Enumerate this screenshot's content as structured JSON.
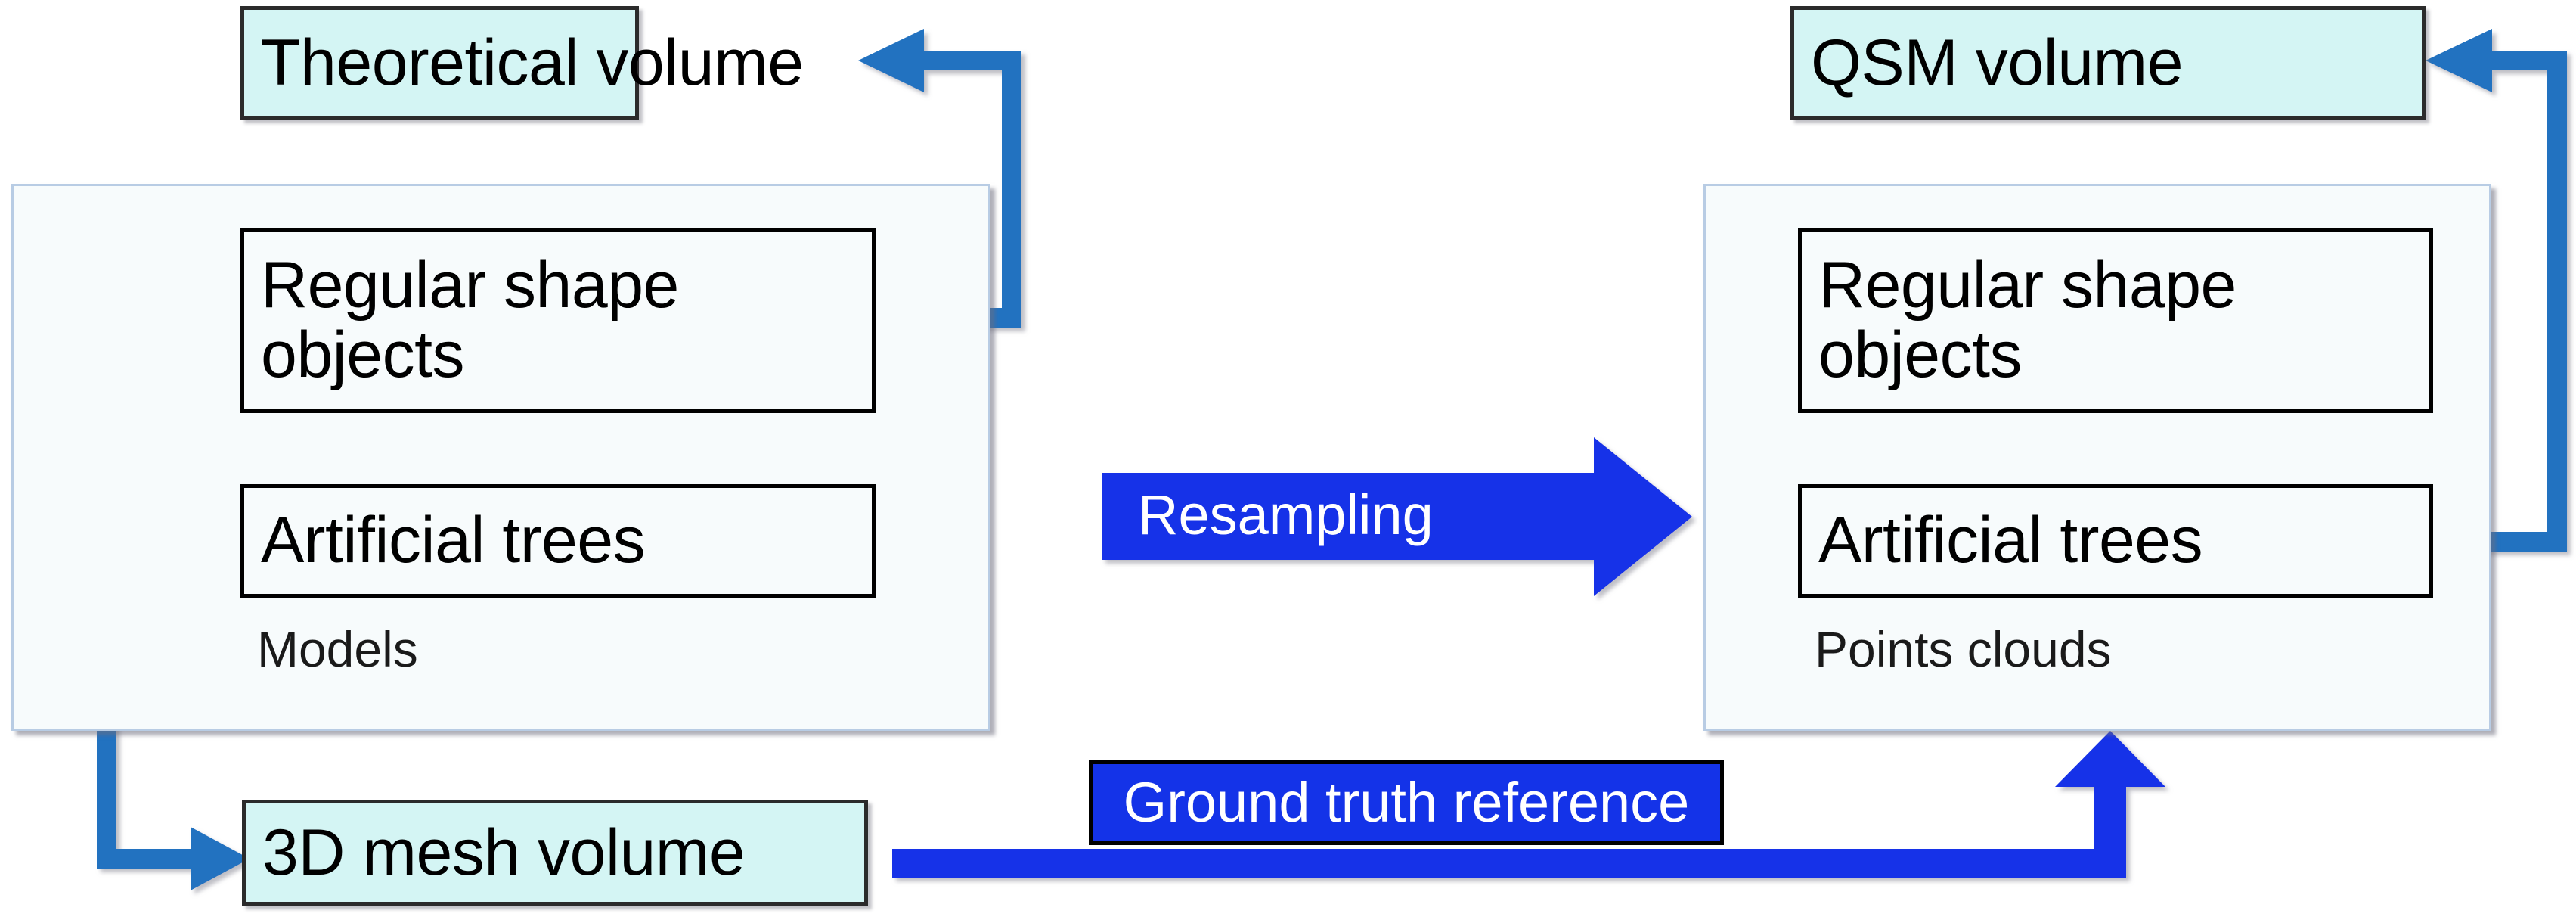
{
  "diagram": {
    "title": "Validation workflow: models to point clouds",
    "colors": {
      "volume_box_fill": "#D4F5F4",
      "volume_box_border": "#2B2B2B",
      "group_fill": "#F7FBFC",
      "group_border": "#B8CCE4",
      "item_border": "#000000",
      "connector_blue": "#2272C0",
      "process_blue": "#1433E8",
      "text_dark": "#000000",
      "text_light": "#FFFFFF"
    },
    "nodes": {
      "theoretical_volume": "Theoretical volume",
      "qsm_volume": "QSM volume",
      "mesh_volume": "3D mesh volume",
      "models_group_caption": "Models",
      "points_group_caption": "Points clouds",
      "left_regular_shape": "Regular shape\nobjects",
      "left_regular_shape_line1": "Regular shape",
      "left_regular_shape_line2": "objects",
      "left_artificial_trees": "Artificial trees",
      "right_regular_shape_line1": "Regular shape",
      "right_regular_shape_line2": "objects",
      "right_artificial_trees": "Artificial trees"
    },
    "arrows": {
      "resampling": "Resampling",
      "ground_truth": "Ground truth reference"
    },
    "edges": [
      {
        "name": "regular-shape-to-theoretical-volume",
        "from": "left_regular_shape",
        "to": "theoretical_volume",
        "style": "elbow",
        "arrowhead": true
      },
      {
        "name": "models-branch-to-artificial-trees",
        "from": "models_group",
        "to": "left_artificial_trees",
        "style": "elbow",
        "arrowhead": false
      },
      {
        "name": "models-branch-to-mesh-volume",
        "from": "models_group",
        "to": "mesh_volume",
        "style": "elbow",
        "arrowhead": true
      },
      {
        "name": "models-to-points-clouds-resampling",
        "from": "models_group",
        "to": "points_group",
        "style": "block-arrow",
        "label": "Resampling",
        "arrowhead": true
      },
      {
        "name": "right-artificial-trees-to-qsm-volume",
        "from": "right_artificial_trees",
        "to": "qsm_volume",
        "style": "elbow",
        "arrowhead": true
      },
      {
        "name": "mesh-volume-to-points-clouds-ground-truth",
        "from": "mesh_volume",
        "to": "points_group",
        "style": "block-elbow-arrow",
        "label": "Ground truth reference",
        "arrowhead": true
      }
    ]
  }
}
